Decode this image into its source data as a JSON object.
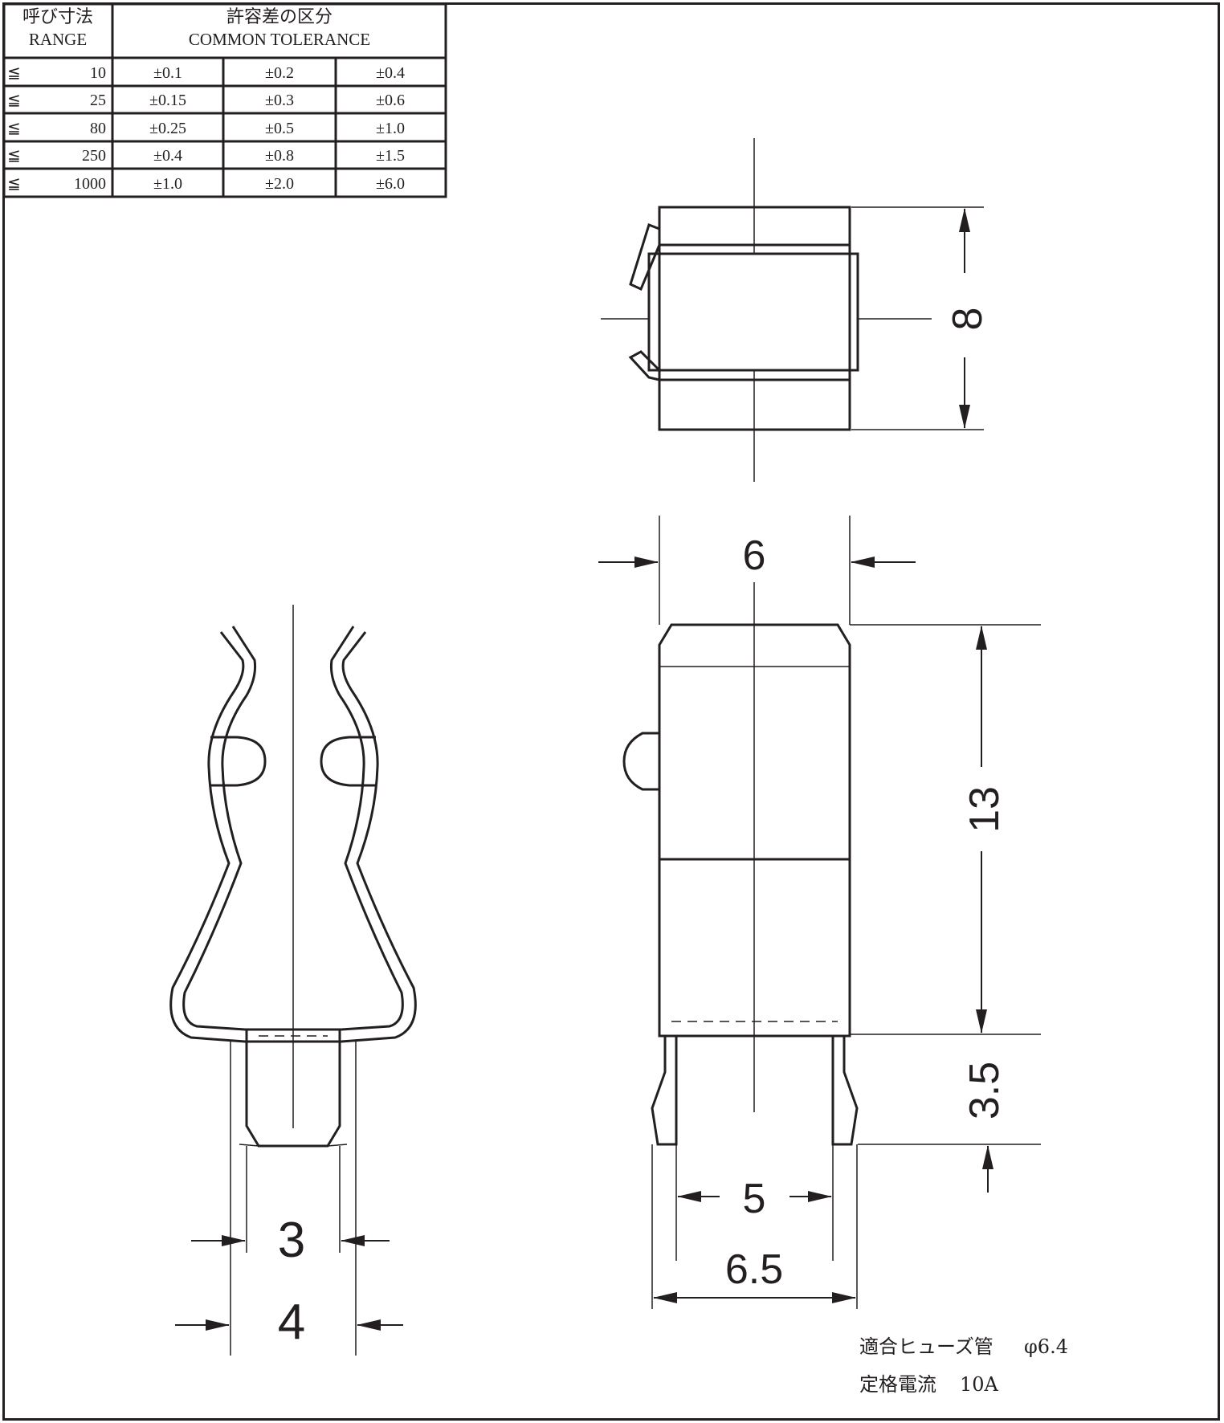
{
  "tolerance_table": {
    "range_header_jp": "呼び寸法",
    "range_header_en": "RANGE",
    "tol_header_jp": "許容差の区分",
    "tol_header_en": "COMMON TOLERANCE",
    "leq_symbol": "≦",
    "rows": [
      {
        "range": "10",
        "t1": "±0.1",
        "t2": "±0.2",
        "t3": "±0.4"
      },
      {
        "range": "25",
        "t1": "±0.15",
        "t2": "±0.3",
        "t3": "±0.6"
      },
      {
        "range": "80",
        "t1": "±0.25",
        "t2": "±0.5",
        "t3": "±1.0"
      },
      {
        "range": "250",
        "t1": "±0.4",
        "t2": "±0.8",
        "t3": "±1.5"
      },
      {
        "range": "1000",
        "t1": "±1.0",
        "t2": "±2.0",
        "t3": "±6.0"
      }
    ]
  },
  "dimensions": {
    "top_height": "8",
    "side_width": "6",
    "side_height": "13",
    "pin_length": "3.5",
    "pin_inner": "5",
    "pin_outer": "6.5",
    "front_tab_inner": "3",
    "front_tab_outer": "4"
  },
  "notes": {
    "fuse_label": "適合ヒューズ管",
    "fuse_value": "φ6.4",
    "current_label": "定格電流",
    "current_value": "10A"
  },
  "colors": {
    "line": "#231f20",
    "background": "#ffffff"
  }
}
